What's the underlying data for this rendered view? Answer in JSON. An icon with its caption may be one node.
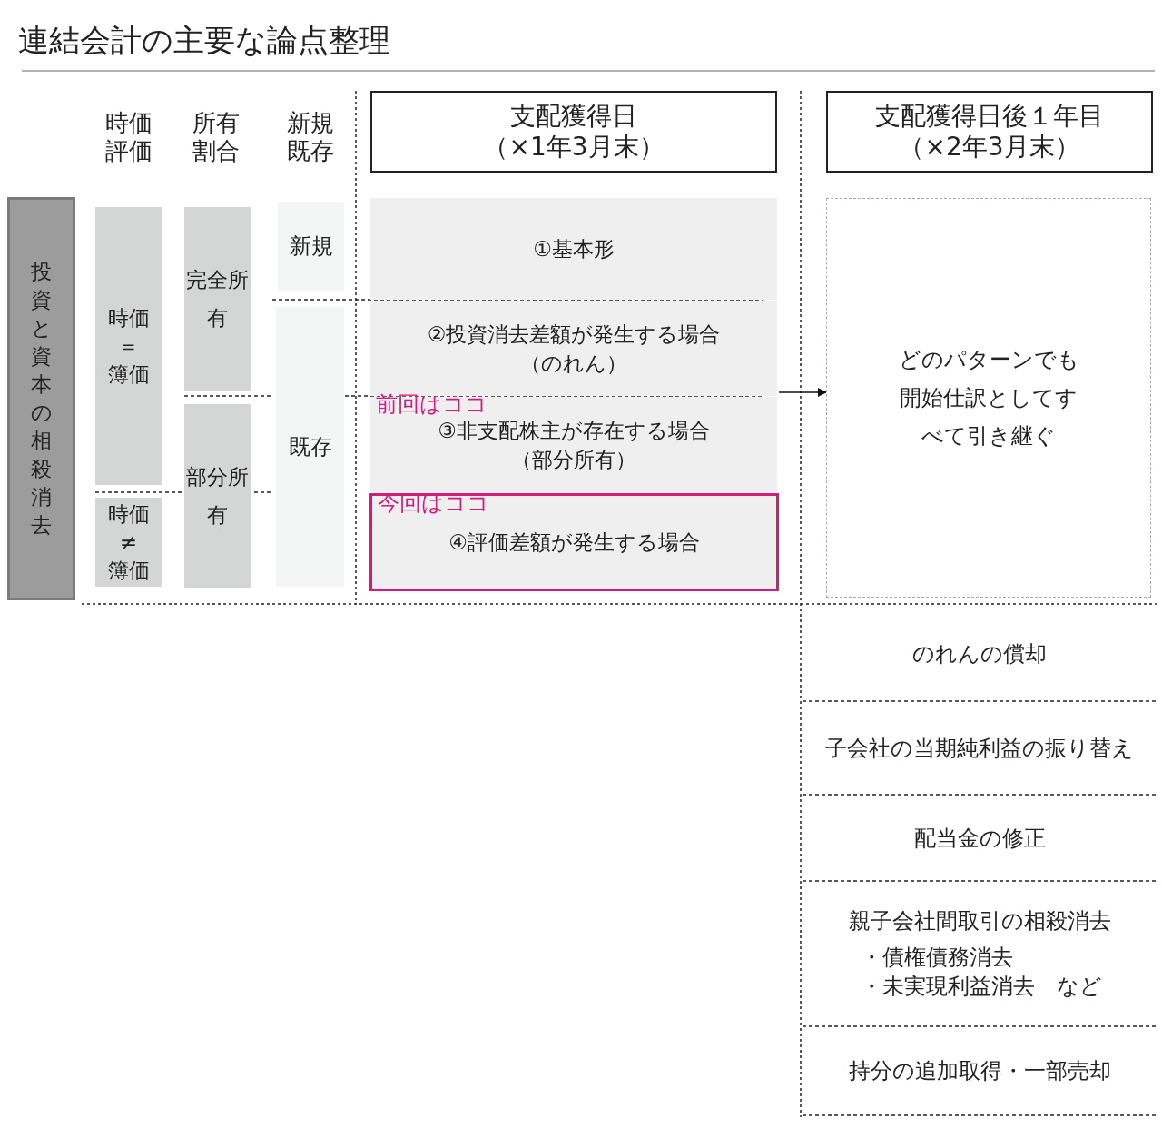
{
  "diagram": {
    "title": "連結会計の主要な論点整理",
    "nodes": [
      {
        "text": [
          "投資と資本の相殺消去"
        ]
      },
      {
        "text": [
          "時価",
          "＝",
          "簿価"
        ]
      },
      {
        "text": [
          "時価",
          "≠",
          "簿価"
        ]
      },
      {
        "text": [
          "完全所有"
        ]
      },
      {
        "text": [
          "部分所有"
        ]
      },
      {
        "text": [
          "新規"
        ]
      },
      {
        "text": [
          "既存"
        ]
      },
      {
        "text": [
          "支配獲得日",
          "（×1年3月末）"
        ]
      },
      {
        "text": [
          "①基本形"
        ]
      },
      {
        "text": [
          "②投資消去差額が発生する場合（のれん）"
        ]
      },
      {
        "text": [
          "前回はココ",
          "③非支配株主が存在する場合（部分所有）"
        ]
      },
      {
        "text": [
          "今回はココ",
          "④評価差額が発生する場合"
        ]
      },
      {
        "text": [
          "支配獲得日後１年目",
          "（×2年3月末）"
        ]
      },
      {
        "text": [
          "どのパターンでも開始仕訳としてすべて引き継ぐ"
        ]
      },
      {
        "text": [
          "のれんの償却"
        ]
      },
      {
        "text": [
          "子会社の当期純利益の振り替え"
        ]
      },
      {
        "text": [
          "配当金の修正"
        ]
      },
      {
        "text": [
          "親子会社間取引の相殺消去",
          "・債権債務消去",
          "・未実現利益消去　など"
        ]
      },
      {
        "text": [
          "持分の追加取得・一部売却"
        ]
      }
    ],
    "edges": [
      {
        "from": 9,
        "to": 13,
        "arrow": "to"
      }
    ],
    "labels": [
      "時価評価",
      "所有割合",
      "新規既存"
    ]
  }
}
